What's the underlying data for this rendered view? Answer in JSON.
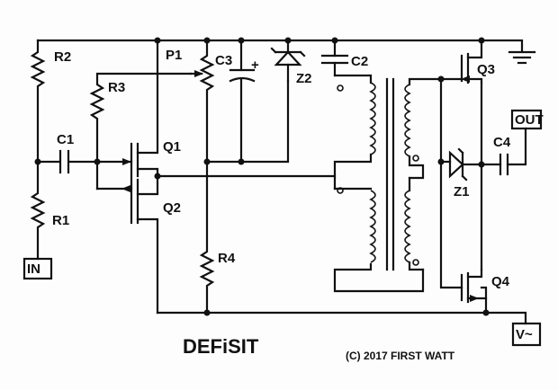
{
  "schematic": {
    "title": "DEFiSIT",
    "copyright": "(C) 2017 FIRST WATT",
    "labels": {
      "r1": "R1",
      "r2": "R2",
      "r3": "R3",
      "r4": "R4",
      "p1": "P1",
      "c1": "C1",
      "c2": "C2",
      "c3": "C3",
      "c4": "C4",
      "q1": "Q1",
      "q2": "Q2",
      "q3": "Q3",
      "q4": "Q4",
      "z1": "Z1",
      "z2": "Z2",
      "plus": "+"
    },
    "ports": {
      "input": "IN",
      "output": "OUT",
      "supply": "V~"
    }
  }
}
